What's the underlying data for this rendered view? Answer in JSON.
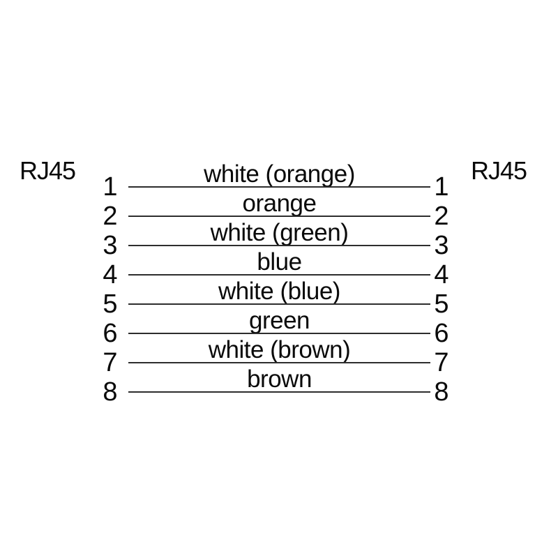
{
  "diagram": {
    "type": "rj45-pinout-wiring-diagram",
    "connector_left": "RJ45",
    "connector_right": "RJ45",
    "wires": [
      {
        "pin": "1",
        "label": "white (orange)"
      },
      {
        "pin": "2",
        "label": "orange"
      },
      {
        "pin": "3",
        "label": "white (green)"
      },
      {
        "pin": "4",
        "label": "blue"
      },
      {
        "pin": "5",
        "label": "white (blue)"
      },
      {
        "pin": "6",
        "label": "green"
      },
      {
        "pin": "7",
        "label": "white (brown)"
      },
      {
        "pin": "8",
        "label": "brown"
      }
    ],
    "colors": {
      "background": "#ffffff",
      "line": "#2d2d2d",
      "text": "#0a0a0a"
    }
  }
}
